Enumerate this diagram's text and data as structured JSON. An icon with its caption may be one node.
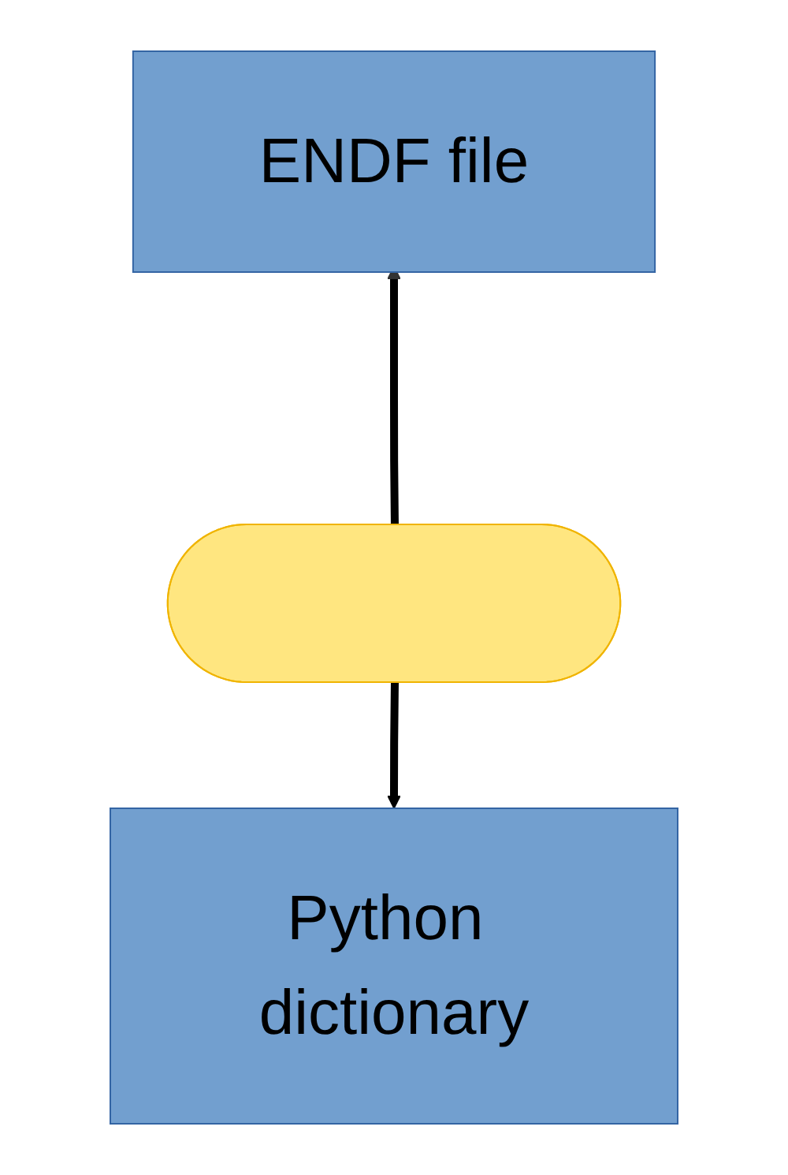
{
  "diagram": {
    "nodes": [
      {
        "text": [
          "ENDF file"
        ]
      },
      {
        "text": [],
        "shape": "ellipse"
      },
      {
        "text": [
          "Python dictionary"
        ]
      }
    ],
    "edges": [
      {
        "from": 1,
        "to": 0,
        "arrow": "to"
      },
      {
        "from": 1,
        "to": 2,
        "arrow": "to"
      }
    ]
  }
}
